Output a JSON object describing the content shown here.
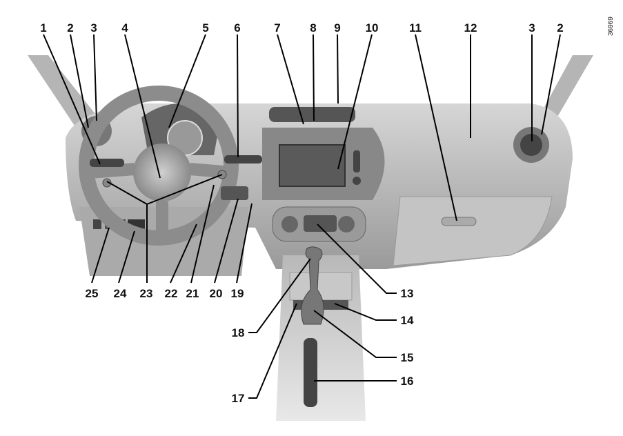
{
  "figure_code": "36969",
  "callouts": {
    "c1": "1",
    "c2": "2",
    "c3": "3",
    "c4": "4",
    "c5": "5",
    "c6": "6",
    "c7": "7",
    "c8": "8",
    "c9": "9",
    "c10": "10",
    "c11": "11",
    "c12": "12",
    "c3r": "3",
    "c2r": "2",
    "c13": "13",
    "c14": "14",
    "c15": "15",
    "c16": "16",
    "c17": "17",
    "c18": "18",
    "c19": "19",
    "c20": "20",
    "c21": "21",
    "c22": "22",
    "c23": "23",
    "c24": "24",
    "c25": "25"
  }
}
